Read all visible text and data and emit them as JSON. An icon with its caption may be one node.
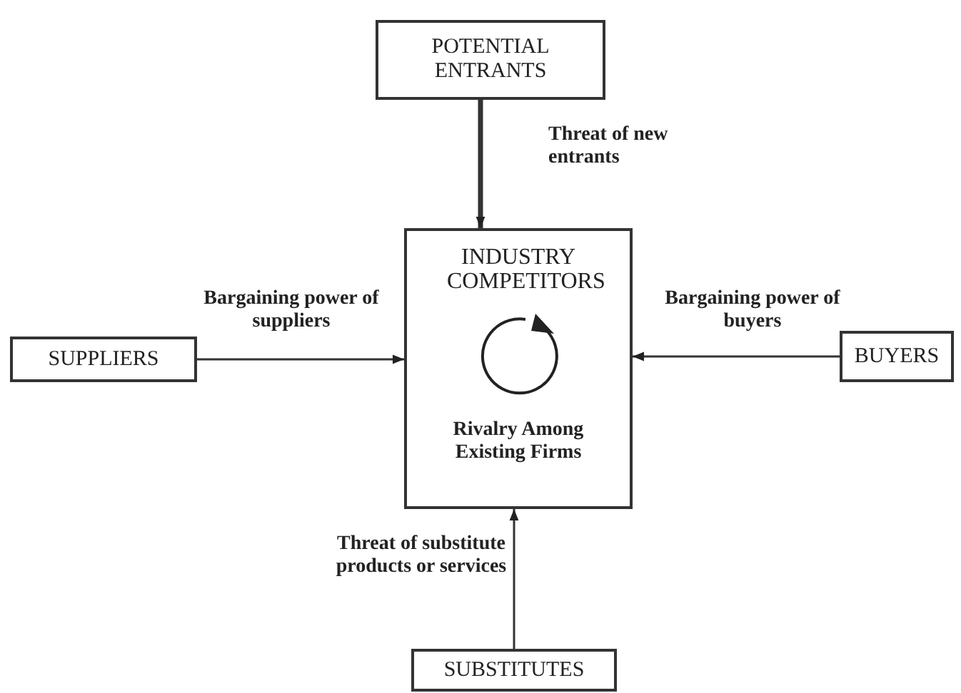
{
  "diagram": {
    "nodes": [
      {
        "text": [
          "POTENTIAL ENTRANTS"
        ]
      },
      {
        "text": [
          "INDUSTRY COMPETITORS",
          "Rivalry Among Existing Firms"
        ]
      },
      {
        "text": [
          "SUPPLIERS"
        ]
      },
      {
        "text": [
          "BUYERS"
        ]
      },
      {
        "text": [
          "SUBSTITUTES"
        ]
      }
    ],
    "edges": [
      {
        "from": 0,
        "to": 1,
        "arrow": "to",
        "label": "Threat of new entrants",
        "style": "thick"
      },
      {
        "from": 2,
        "to": 1,
        "arrow": "to",
        "label": "Bargaining power of suppliers"
      },
      {
        "from": 3,
        "to": 1,
        "arrow": "to",
        "label": "Bargaining power of buyers"
      },
      {
        "from": 4,
        "to": 1,
        "arrow": "to",
        "label": "Threat of substitute products or services"
      }
    ]
  }
}
